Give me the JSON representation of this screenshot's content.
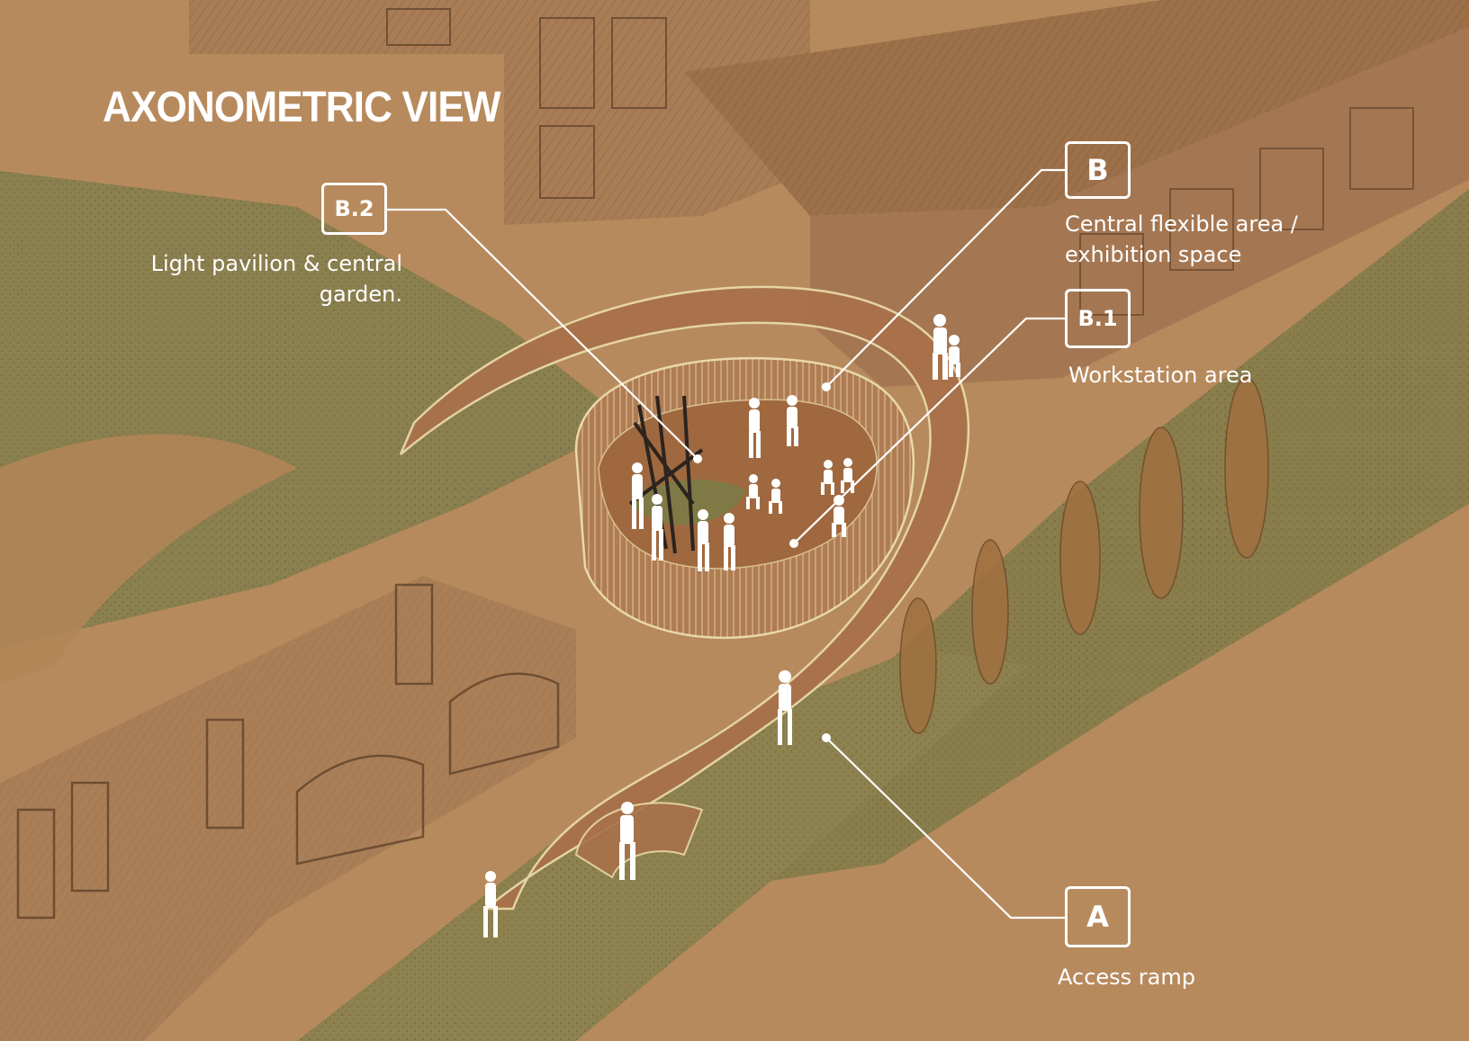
{
  "title": "AXONOMETRIC VIEW",
  "callouts": {
    "b2": {
      "badge": "B.2",
      "line1": "Light pavilion & central",
      "line2": "garden."
    },
    "b": {
      "badge": "B",
      "line1": "Central flexible area /",
      "line2": "exhibition space"
    },
    "b1": {
      "badge": "B.1",
      "line1": "Workstation area"
    },
    "a": {
      "badge": "A",
      "line1": "Access ramp"
    }
  },
  "colors": {
    "ground": "#b78a5d",
    "lawn": "#8a7f4e",
    "building": "#a87c55",
    "ramp": "#a9714a",
    "annotation": "#ffffff"
  }
}
